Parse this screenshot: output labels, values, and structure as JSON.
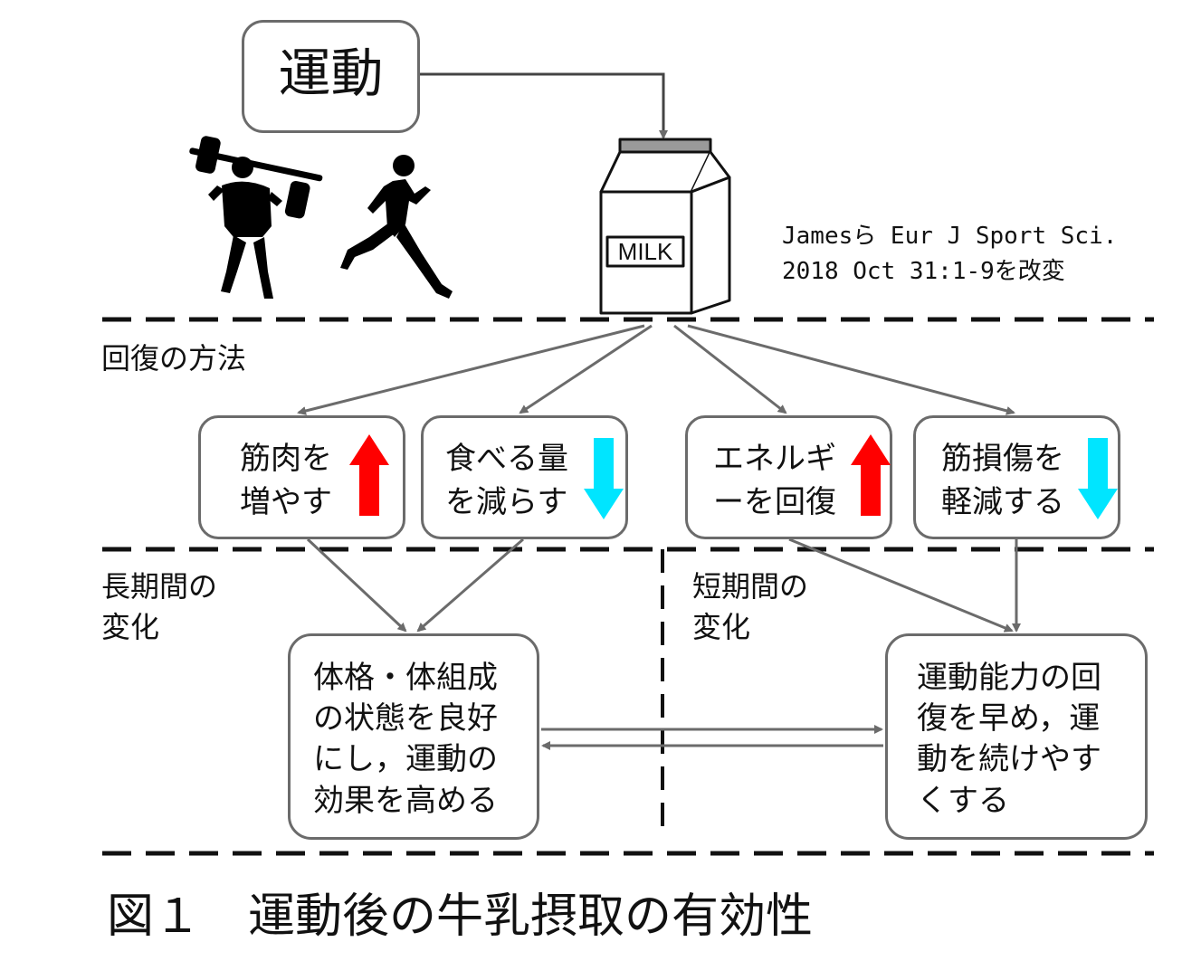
{
  "colors": {
    "line": "#6b6b6b",
    "up_arrow": "#ff0000",
    "down_arrow": "#00e5ff",
    "box_border": "#6b6b6b"
  },
  "top": {
    "exercise_label": "運動",
    "milk_label": "MILK",
    "citation": "Jamesら Eur J Sport Sci.\n2018 Oct 31:1-9を改変",
    "icons": [
      "weightlifter-icon",
      "runner-icon",
      "milk-carton-icon"
    ]
  },
  "sections": {
    "recovery_methods": "回復の方法",
    "long_term": "長期間の\n変化",
    "short_term": "短期間の\n変化"
  },
  "methods": [
    {
      "label": "筋肉を\n増やす",
      "arrow": "up"
    },
    {
      "label": "食べる量\nを減らす",
      "arrow": "down"
    },
    {
      "label": "エネルギ\nーを回復",
      "arrow": "up"
    },
    {
      "label": "筋損傷を\n軽減する",
      "arrow": "down"
    }
  ],
  "effects": {
    "long": "体格・体組成\nの状態を良好\nにし，運動の\n効果を高める",
    "short": "運動能力の回\n復を早め，運\n動を続けやす\nくする"
  },
  "caption": "図１　運動後の牛乳摂取の有効性"
}
